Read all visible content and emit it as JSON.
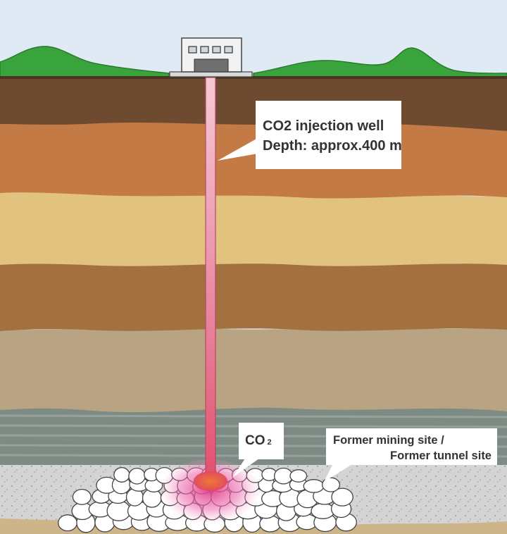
{
  "labels": {
    "well": {
      "line1": "CO2 injection well",
      "line2": "Depth: approx.400 m"
    },
    "co2": {
      "main": "CO",
      "sub": "2"
    },
    "mine": {
      "line1": "Former mining site /",
      "line2": "Former tunnel site"
    }
  },
  "colors": {
    "sky": "#dfeaf4",
    "hills": "#3aa43c",
    "layer_dark_brown": "#6e4a31",
    "layer_orange": "#c47a45",
    "layer_tan": "#e2c27f",
    "layer_brown": "#a3703f",
    "layer_khaki": "#b8a483",
    "layer_striped": "#7e8b84",
    "layer_gravel": "#d6d6d6",
    "layer_bottom": "#cdb489",
    "pipe": "#e68aa0",
    "co2_glow": "#e9559a",
    "rocks": "#ffffff"
  },
  "icons": [
    "facility-building-icon",
    "injection-pipe-icon",
    "co2-plume-icon",
    "rock-pile-icon"
  ]
}
